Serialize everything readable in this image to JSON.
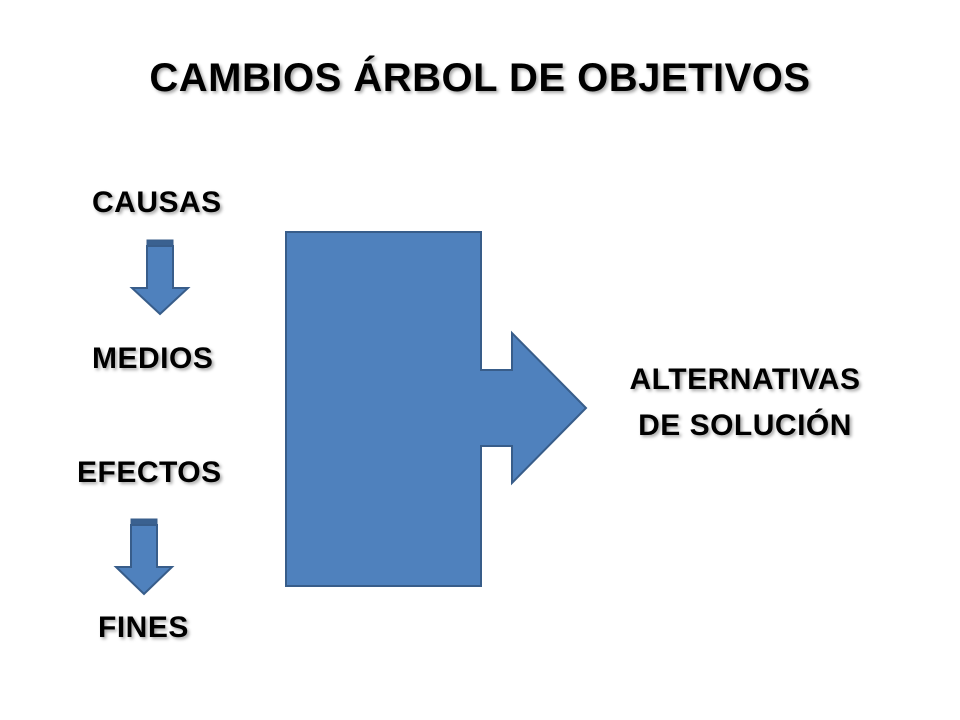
{
  "slide": {
    "title": "CAMBIOS ÁRBOL DE OBJETIVOS",
    "labels": {
      "causas": "CAUSAS",
      "medios": "MEDIOS",
      "efectos": "EFECTOS",
      "fines": "FINES"
    },
    "alternatives": {
      "line1": "ALTERNATIVAS",
      "line2": "DE SOLUCIÓN"
    }
  },
  "colors": {
    "shape_fill": "#4F81BD",
    "shape_stroke": "#385D8A",
    "text": "#000000"
  }
}
